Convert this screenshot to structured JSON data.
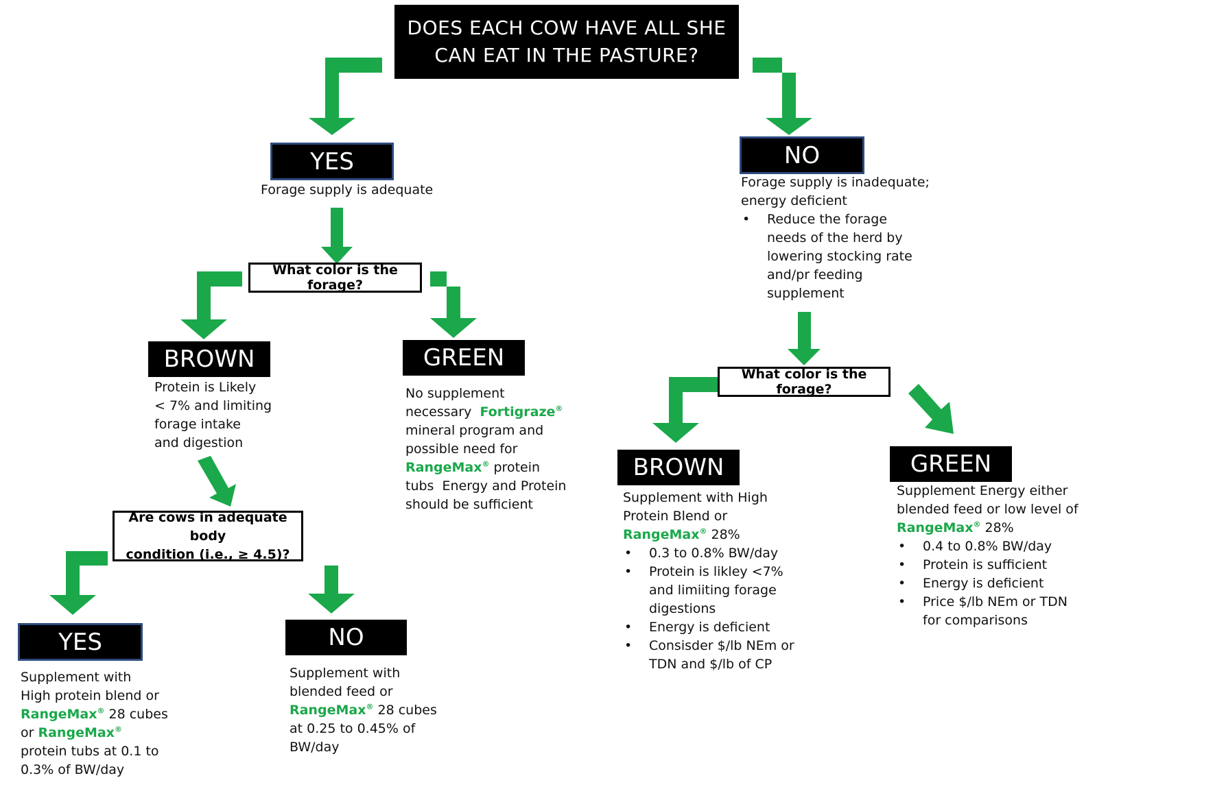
{
  "colors": {
    "arrow": "#1aa84a",
    "box": "#000000",
    "box_border": "#2e4a7e",
    "brand": "#1aa84a"
  },
  "root_question": {
    "line1": "DOES EACH COW HAVE ALL SHE",
    "line2": "CAN EAT IN THE PASTURE?"
  },
  "yes_branch": {
    "label": "YES",
    "note": "Forage supply is adequate",
    "question": "What color is the forage?",
    "brown": {
      "label": "BROWN",
      "lines": [
        "Protein is Likely",
        "< 7% and limiting",
        "forage intake",
        "and digestion"
      ],
      "question_line1": "Are cows in adequate body",
      "question_line2": "condition (i.e., ≥ 4.5)?",
      "yes": {
        "label": "YES",
        "t1": "Supplement with",
        "t2": "High protein blend or",
        "brand1": "RangeMax",
        "t3": " 28 cubes",
        "t4": "or ",
        "brand2": "RangeMax",
        "t5": "protein tubs at 0.1 to",
        "t6": "0.3% of BW/day"
      },
      "no": {
        "label": "NO",
        "t1": "Supplement with",
        "t2": "blended feed or",
        "brand": "RangeMax",
        "t3": " 28 cubes",
        "t4": "at 0.25 to 0.45% of",
        "t5": "BW/day"
      }
    },
    "green": {
      "label": "GREEN",
      "t1": "No supplement",
      "t2": "necessary  ",
      "brand1": "Fortigraze",
      "t3": "mineral program and",
      "t4": "possible need for",
      "brand2": "RangeMax",
      "t5": " protein",
      "t6": "tubs  Energy and Protein",
      "t7": "should be sufficient"
    }
  },
  "no_branch": {
    "label": "NO",
    "note_line1": "Forage supply is inadequate;",
    "note_line2": "energy deficient",
    "bullet": [
      "Reduce the forage",
      "needs of the herd by",
      "lowering stocking rate",
      "and/pr feeding",
      "supplement"
    ],
    "question": "What color is the forage?",
    "brown": {
      "label": "BROWN",
      "t1": "Supplement with High",
      "t2": "Protein Blend or",
      "brand": "RangeMax",
      "t3": " 28%",
      "bullets": [
        "0.3 to 0.8% BW/day",
        "Protein is likley <7% and limiiting forage digestions",
        "Energy is deficient",
        "Consisder $/lb NEm or TDN and $/lb of CP"
      ]
    },
    "green": {
      "label": "GREEN",
      "t1": "Supplement Energy either",
      "t2": "blended feed or low level of",
      "brand": "RangeMax",
      "t3": " 28%",
      "bullets": [
        "0.4 to 0.8% BW/day",
        "Protein is sufficient",
        "Energy is deficient",
        "Price $/lb NEm or TDN for comparisons"
      ]
    }
  },
  "registered_mark": "®"
}
